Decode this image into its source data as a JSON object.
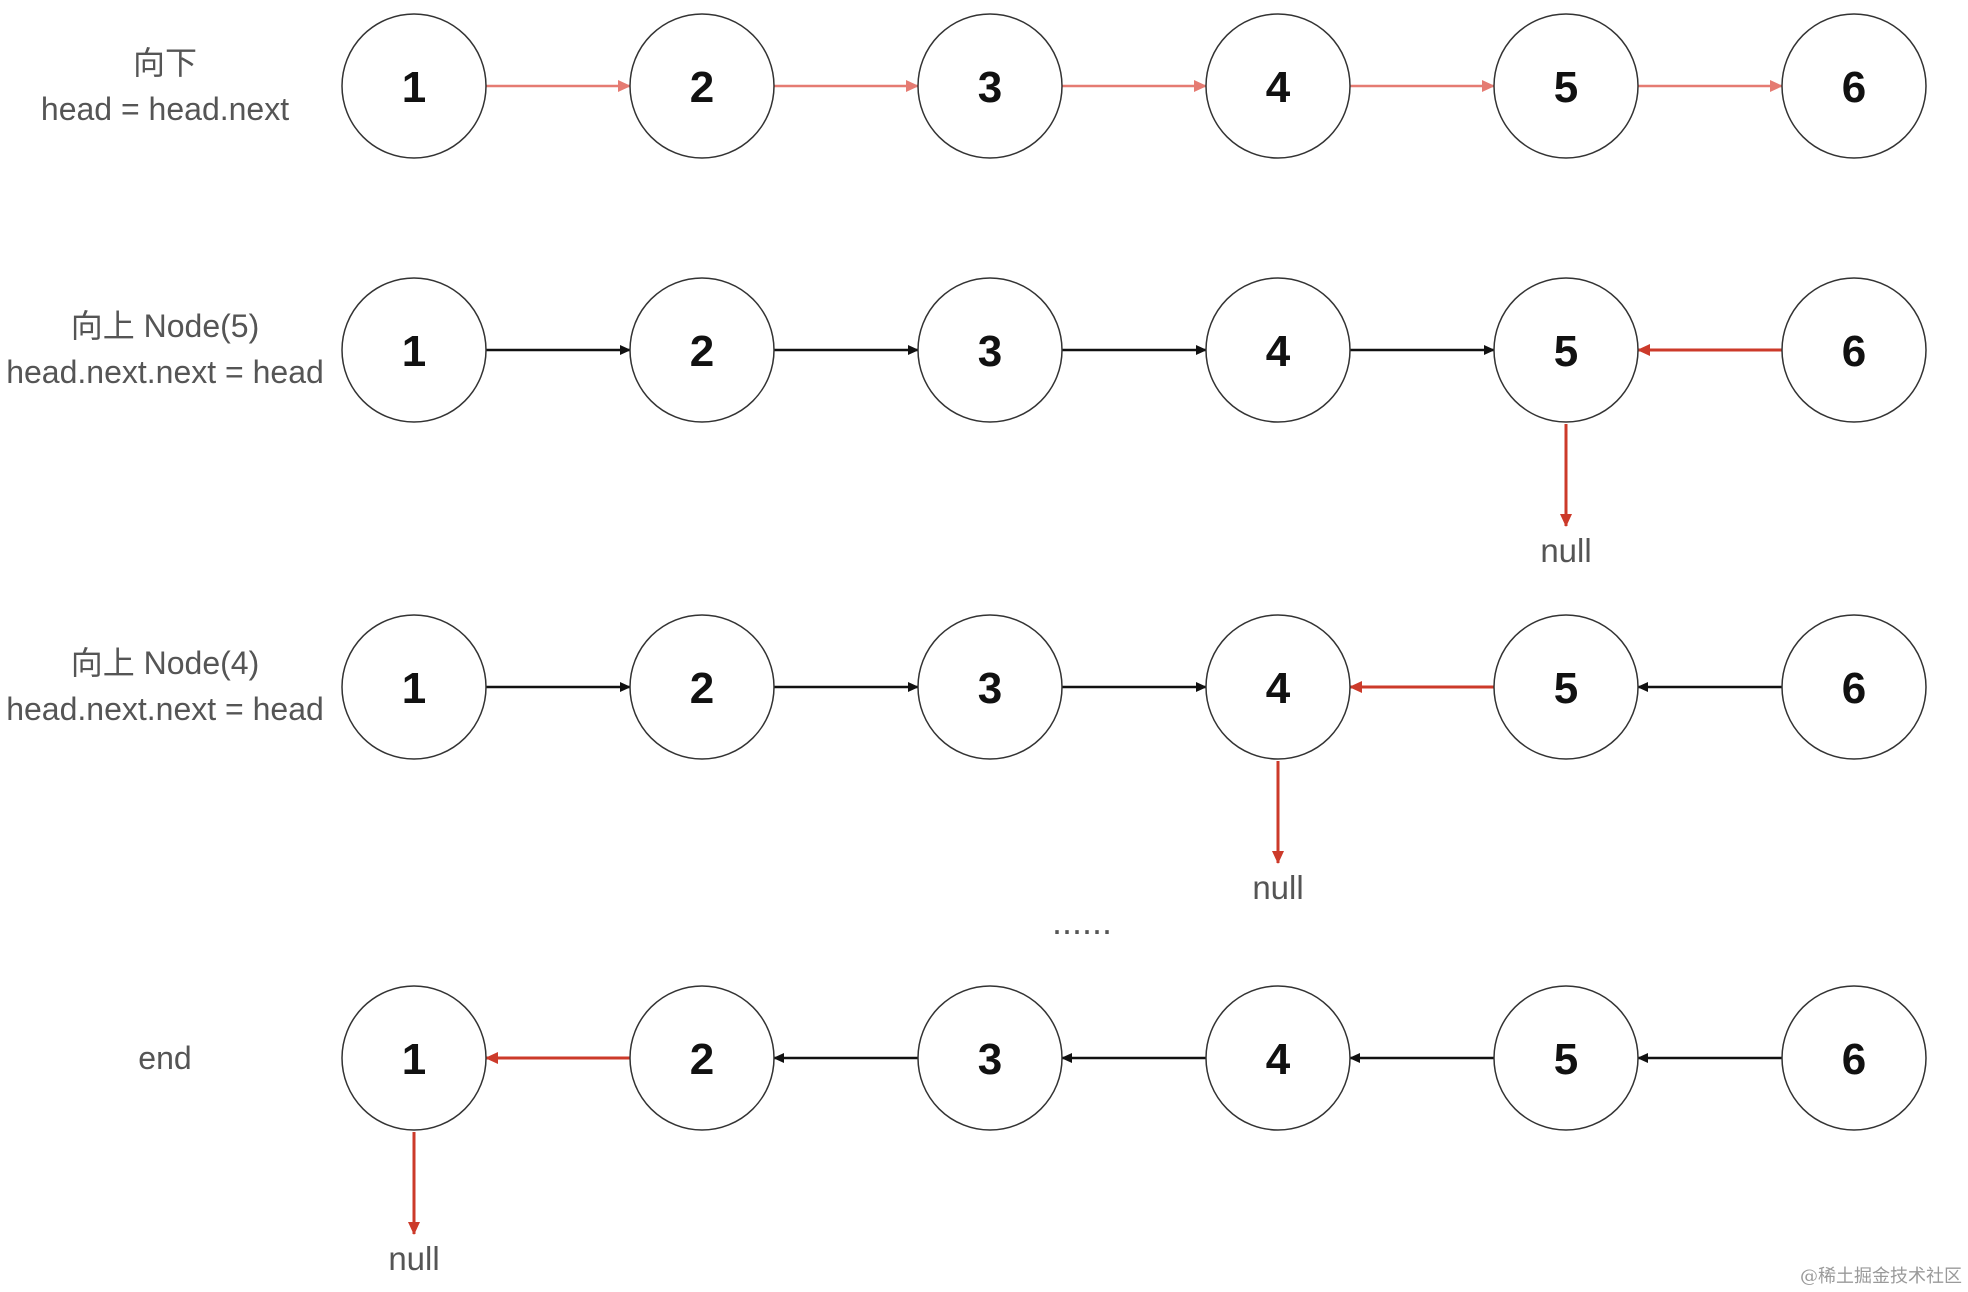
{
  "colors": {
    "node_stroke": "#333333",
    "link_default": "#111111",
    "link_down_pass": "#e57b72",
    "link_reversed": "#cc3a2a",
    "null_arrow": "#cc3a2a",
    "label_text": "#555555"
  },
  "rows": [
    {
      "id": "down",
      "label_lines": [
        "向下",
        "head = head.next"
      ],
      "nodes": [
        "1",
        "2",
        "3",
        "4",
        "5",
        "6"
      ],
      "links": [
        {
          "from": 0,
          "to": 1,
          "style": "down_pass"
        },
        {
          "from": 1,
          "to": 2,
          "style": "down_pass"
        },
        {
          "from": 2,
          "to": 3,
          "style": "down_pass"
        },
        {
          "from": 3,
          "to": 4,
          "style": "down_pass"
        },
        {
          "from": 4,
          "to": 5,
          "style": "down_pass"
        }
      ],
      "null_under_node": null
    },
    {
      "id": "up-node5",
      "label_lines": [
        "向上 Node(5)",
        "head.next.next = head"
      ],
      "nodes": [
        "1",
        "2",
        "3",
        "4",
        "5",
        "6"
      ],
      "links": [
        {
          "from": 0,
          "to": 1,
          "style": "default"
        },
        {
          "from": 1,
          "to": 2,
          "style": "default"
        },
        {
          "from": 2,
          "to": 3,
          "style": "default"
        },
        {
          "from": 3,
          "to": 4,
          "style": "default"
        },
        {
          "from": 5,
          "to": 4,
          "style": "reversed"
        }
      ],
      "null_under_node": 4,
      "null_label": "null"
    },
    {
      "id": "up-node4",
      "label_lines": [
        "向上 Node(4)",
        "head.next.next = head"
      ],
      "nodes": [
        "1",
        "2",
        "3",
        "4",
        "5",
        "6"
      ],
      "links": [
        {
          "from": 0,
          "to": 1,
          "style": "default"
        },
        {
          "from": 1,
          "to": 2,
          "style": "default"
        },
        {
          "from": 2,
          "to": 3,
          "style": "default"
        },
        {
          "from": 4,
          "to": 3,
          "style": "reversed"
        },
        {
          "from": 5,
          "to": 4,
          "style": "default"
        }
      ],
      "null_under_node": 3,
      "null_label": "null"
    },
    {
      "id": "end",
      "label_lines": [
        "end"
      ],
      "nodes": [
        "1",
        "2",
        "3",
        "4",
        "5",
        "6"
      ],
      "links": [
        {
          "from": 1,
          "to": 0,
          "style": "reversed"
        },
        {
          "from": 2,
          "to": 1,
          "style": "default"
        },
        {
          "from": 3,
          "to": 2,
          "style": "default"
        },
        {
          "from": 4,
          "to": 3,
          "style": "default"
        },
        {
          "from": 5,
          "to": 4,
          "style": "default"
        }
      ],
      "null_under_node": 0,
      "null_label": "null"
    }
  ],
  "ellipsis": "......",
  "watermark": "@稀土掘金技术社区"
}
